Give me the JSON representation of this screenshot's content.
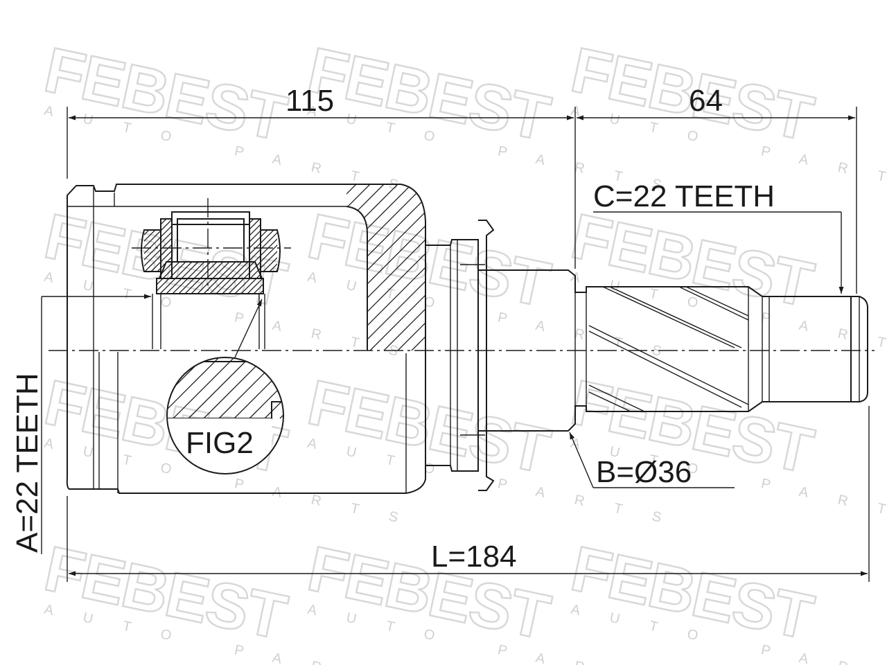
{
  "watermark": {
    "brand": "FEBEST",
    "subtitle": "AUTO PARTS"
  },
  "dimensions": {
    "outer_length": "115",
    "shaft_length": "64",
    "total_length": "L=184",
    "spline_a": "A=22 TEETH",
    "spline_c": "C=22 TEETH",
    "seal_diameter": "B=Ø36"
  },
  "detail": {
    "fig_label": "FIG2"
  }
}
